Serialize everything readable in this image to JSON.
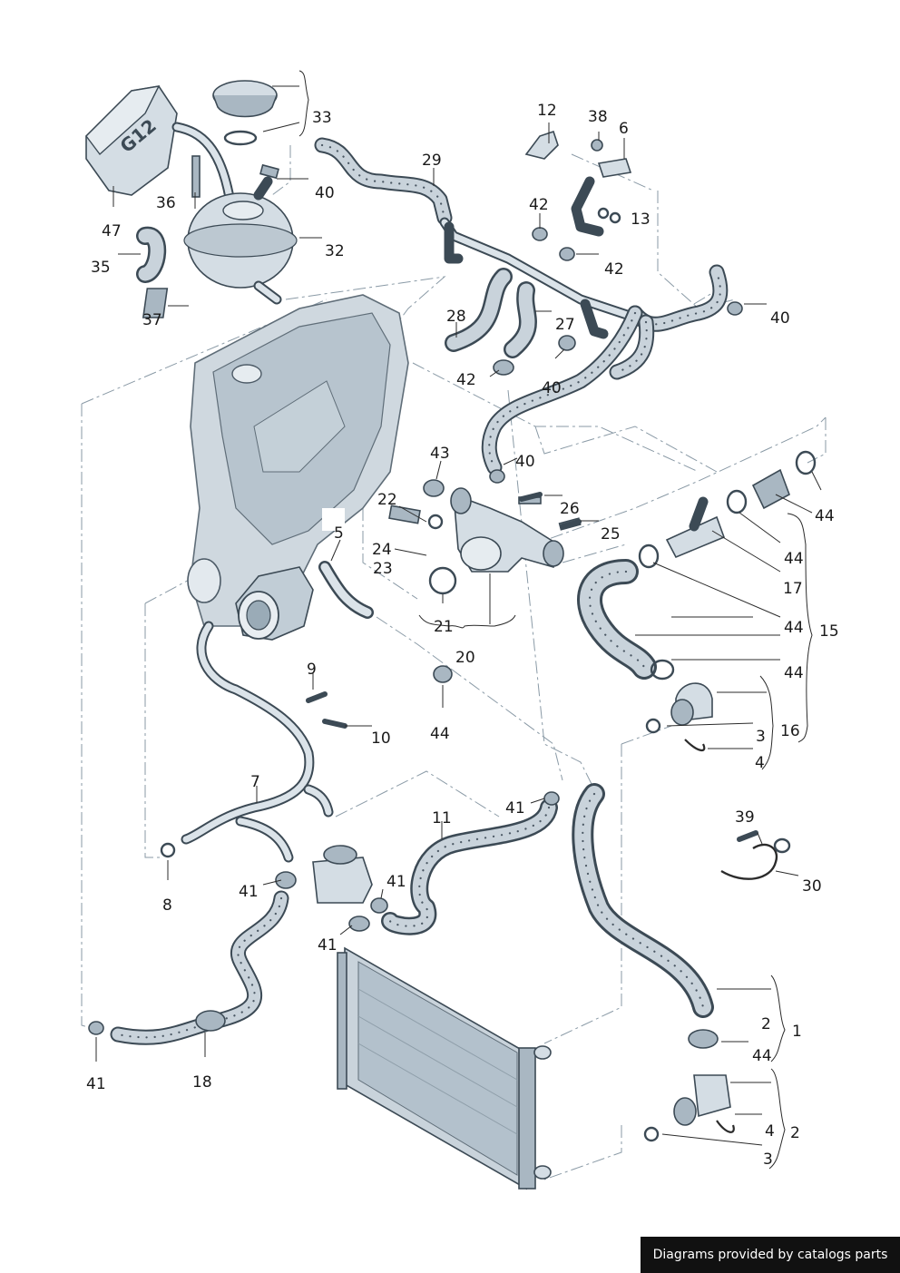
{
  "labels": {
    "l1": "1",
    "l2a": "2",
    "l2b": "2",
    "l3a": "3",
    "l3b": "3",
    "l4a": "4",
    "l4b": "4",
    "l5": "5",
    "l6": "6",
    "l7": "7",
    "l8": "8",
    "l9": "9",
    "l10": "10",
    "l11": "11",
    "l12": "12",
    "l13": "13",
    "l15": "15",
    "l16": "16",
    "l17": "17",
    "l18": "18",
    "l20": "20",
    "l21": "21",
    "l22": "22",
    "l23": "23",
    "l24": "24",
    "l25": "25",
    "l26": "26",
    "l27": "27",
    "l28": "28",
    "l29": "29",
    "l30": "30",
    "l32": "32",
    "l33": "33",
    "l35": "35",
    "l36": "36",
    "l37": "37",
    "l38": "38",
    "l39": "39",
    "l40a": "40",
    "l40b": "40",
    "l40c": "40",
    "l40d": "40",
    "l41a": "41",
    "l41b": "41",
    "l41c": "41",
    "l41d": "41",
    "l41e": "41",
    "l42a": "42",
    "l42b": "42",
    "l42c": "42",
    "l43": "43",
    "l44a": "44",
    "l44b": "44",
    "l44c": "44",
    "l44d": "44",
    "l44e": "44",
    "l44f": "44",
    "l47": "47"
  },
  "tank_marking": "G12",
  "credit": "Diagrams provided by catalogs parts"
}
